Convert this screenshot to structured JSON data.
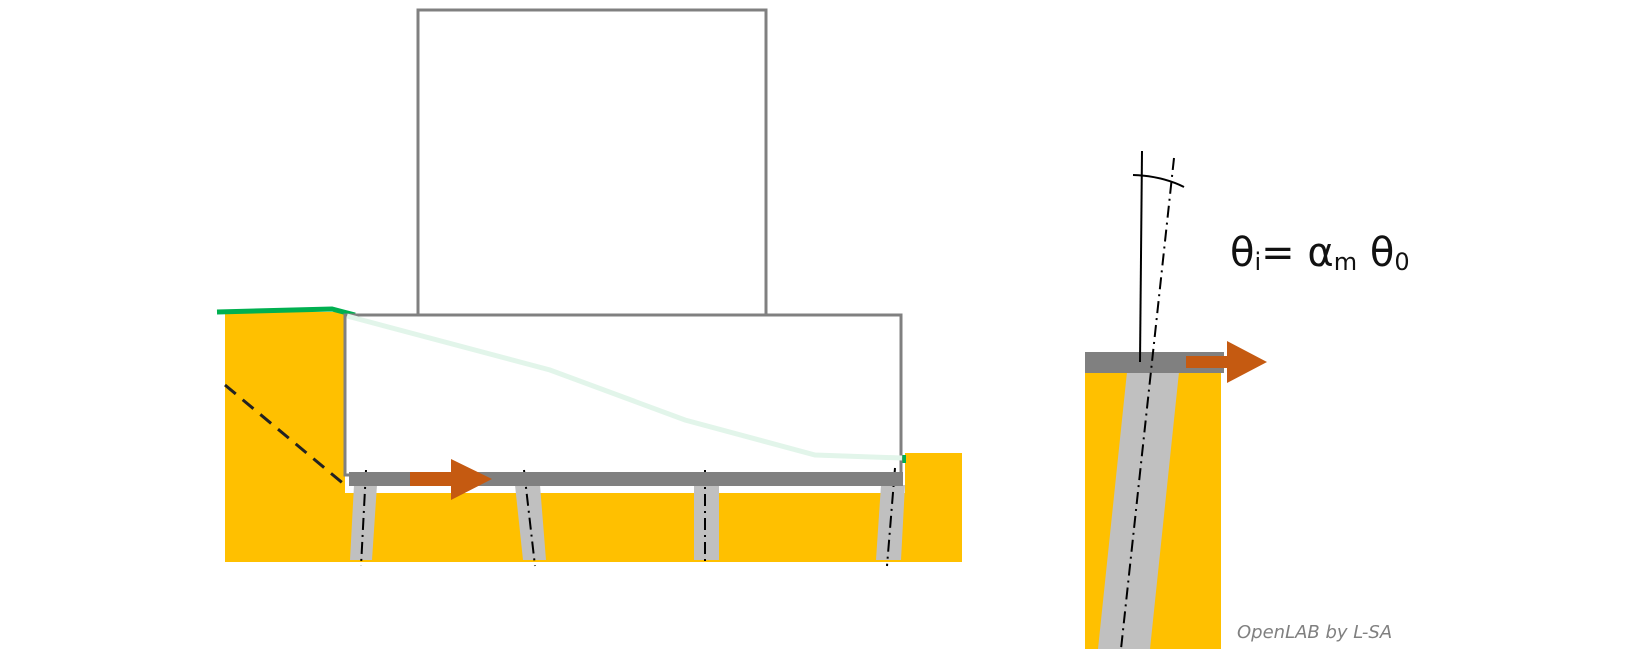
{
  "diagram": {
    "type": "structural-engineering-schematic",
    "description": "Building on pile foundation with lateral displacement; pile rotation detail",
    "colors": {
      "soil": "#FFC000",
      "pile": "#C0C0C0",
      "slab": "#808080",
      "outline": "#808080",
      "arrow": "#C55A11",
      "ground_surface": "#00B050",
      "deformed_surface": "#E2F5EA"
    },
    "formula": {
      "lhs": "θ",
      "lhs_sub": "i",
      "eq": "= ",
      "alpha": "α",
      "alpha_sub": "m",
      "theta0": " θ",
      "theta0_sub": "0"
    },
    "credit": "OpenLAB by L-SA",
    "elements": [
      {
        "name": "building-upper-block"
      },
      {
        "name": "building-base-block"
      },
      {
        "name": "foundation-slab"
      },
      {
        "name": "piles",
        "count": 4
      },
      {
        "name": "displacement-arrow"
      },
      {
        "name": "pile-detail"
      }
    ]
  }
}
